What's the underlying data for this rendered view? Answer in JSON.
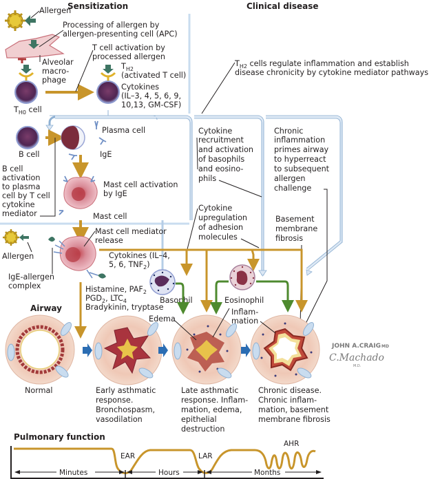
{
  "headings": {
    "sensitization": "Sensitization",
    "clinical_disease": "Clinical disease",
    "airway": "Airway",
    "pulmonary_function": "Pulmonary function"
  },
  "sensitization": {
    "allergen": "Allergen",
    "apc_processing": [
      "Processing of allergen by",
      "allergen-presenting cell (APC)"
    ],
    "alveolar_macrophage": [
      "Alveolar",
      "macro-",
      "phage"
    ],
    "t_activation": [
      "T cell activation by",
      "processed allergen"
    ],
    "th0_cell": {
      "main": "T",
      "sub": "H0",
      "rest": " cell"
    },
    "th2_label": {
      "main": "T",
      "sub": "H2"
    },
    "activated_t_cell": "(activated T cell)",
    "cytokines": [
      "Cytokines",
      "(IL–3, 4, 5, 6, 9,",
      "10,13, GM-CSF)"
    ],
    "b_cell": "B cell",
    "plasma_cell": "Plasma cell",
    "ige": "IgE",
    "b_cell_activation": [
      "B cell",
      "activation",
      "to plasma",
      "cell by T cell",
      "cytokine",
      "mediator"
    ],
    "mast_cell_activation": [
      "Mast cell activation",
      "by IgE"
    ],
    "mast_cell": "Mast cell"
  },
  "clinical": {
    "th2_regulate": {
      "main": "T",
      "sub": "H2",
      "line1_rest": " cells regulate inflammation and establish",
      "line2": "disease chronicity by cytokine mediator pathways"
    },
    "cytokine_recruitment": [
      "Cytokine",
      "recruitment",
      "and activation",
      "of basophils",
      "and eosino-",
      "phils"
    ],
    "chronic_inflammation": [
      "Chronic",
      "inflammation",
      "primes airway",
      "to hyperreact",
      "to subsequent",
      "allergen",
      "challenge"
    ],
    "cytokine_upregulation": [
      "Cytokine",
      "upregulation",
      "of adhesion",
      "molecules"
    ],
    "basement_membrane": [
      "Basement",
      "membrane",
      "fibrosis"
    ],
    "allergen2": "Allergen",
    "ige_allergen_complex": [
      "IgE-allergen",
      "complex"
    ],
    "mast_mediator_release": [
      "Mast cell mediator",
      "release"
    ],
    "cytokines2": [
      "Cytokines (IL–4,",
      "5, 6, TNF"
    ],
    "cytokines2_sub": "2",
    "cytokines2_close": ")",
    "histamine": [
      "Histamine, PAF",
      "PGD",
      ", LTC",
      "Bradykinin, tryptase"
    ],
    "histamine_sub": [
      "2",
      "2",
      "4"
    ],
    "basophil": "Basophil",
    "eosinophil": "Eosinophil",
    "edema": "Edema",
    "inflammation": [
      "Inflam-",
      "mation"
    ]
  },
  "airway_stages": [
    {
      "caption": [
        "Normal"
      ]
    },
    {
      "caption": [
        "Early asthmatic",
        "response.",
        "Bronchospasm,",
        "vasodilation"
      ]
    },
    {
      "caption": [
        "Late asthmatic",
        "response. Inflam-",
        "mation, edema,",
        "epithelial",
        "destruction"
      ]
    },
    {
      "caption": [
        "Chronic disease.",
        "Chronic inflam-",
        "mation, basement",
        "membrane fibrosis"
      ]
    }
  ],
  "signature": {
    "line1": "JOHN A.CRAIG",
    "md1": "MD",
    "line2": "C.Machado",
    "md2": "M.D."
  },
  "pulmonary": {
    "ear": "EAR",
    "lar": "LAR",
    "ahr": "AHR",
    "intervals": [
      "Minutes",
      "Hours",
      "Months"
    ]
  },
  "colors": {
    "frame_blue": "#c9dcef",
    "frame_blue_dark": "#8fb1d3",
    "orange_arrow": "#c8952b",
    "green_arrow": "#4e8a2f",
    "blue_arrow": "#2b6db3",
    "cell_purple": "#5a2d5c",
    "curve": "#c8952b"
  }
}
